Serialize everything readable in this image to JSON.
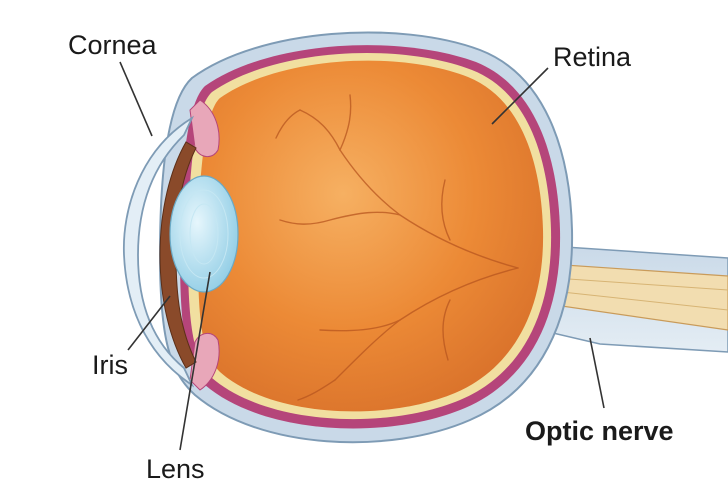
{
  "labels": {
    "cornea": "Cornea",
    "retina": "Retina",
    "iris": "Iris",
    "lens": "Lens",
    "optic_nerve": "Optic nerve"
  },
  "colors": {
    "sclera": "#c9d9e8",
    "sclera_edge": "#7e9bb5",
    "choroid": "#b5457a",
    "retina_band": "#f1dfa0",
    "vitreous": "#e9832e",
    "vitreous_light": "#f6b062",
    "iris": "#8a4a2a",
    "lens": "#a8dcef",
    "cornea": "#e3eef6",
    "nerve": "#f2ddb0",
    "vessel": "#b8561f",
    "leader": "#333333"
  }
}
